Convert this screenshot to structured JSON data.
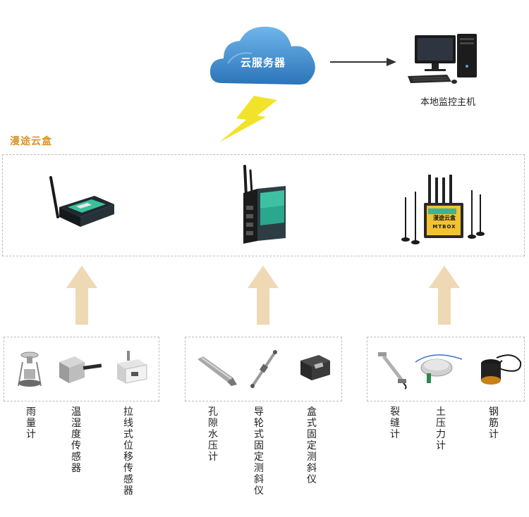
{
  "cloud": {
    "label": "云服务器"
  },
  "pc": {
    "label": "本地监控主机"
  },
  "gateway_section": {
    "title": "漫途云盒"
  },
  "router3_screen": {
    "title": "漫途云盒",
    "brand": "MTBOX"
  },
  "sensors": [
    {
      "label": "雨量计"
    },
    {
      "label": "温湿度传感器"
    },
    {
      "label": "拉线式位移传感器"
    },
    {
      "label": "孔隙水压计"
    },
    {
      "label": "导轮式固定测斜仪"
    },
    {
      "label": "盒式固定测斜仪"
    },
    {
      "label": "裂缝计"
    },
    {
      "label": "土压力计"
    },
    {
      "label": "钢筋计"
    }
  ],
  "colors": {
    "cloud": "#3a86c8",
    "lightning": "#f2e32a",
    "arrow": "#efd9b4",
    "title": "#d9932b"
  }
}
